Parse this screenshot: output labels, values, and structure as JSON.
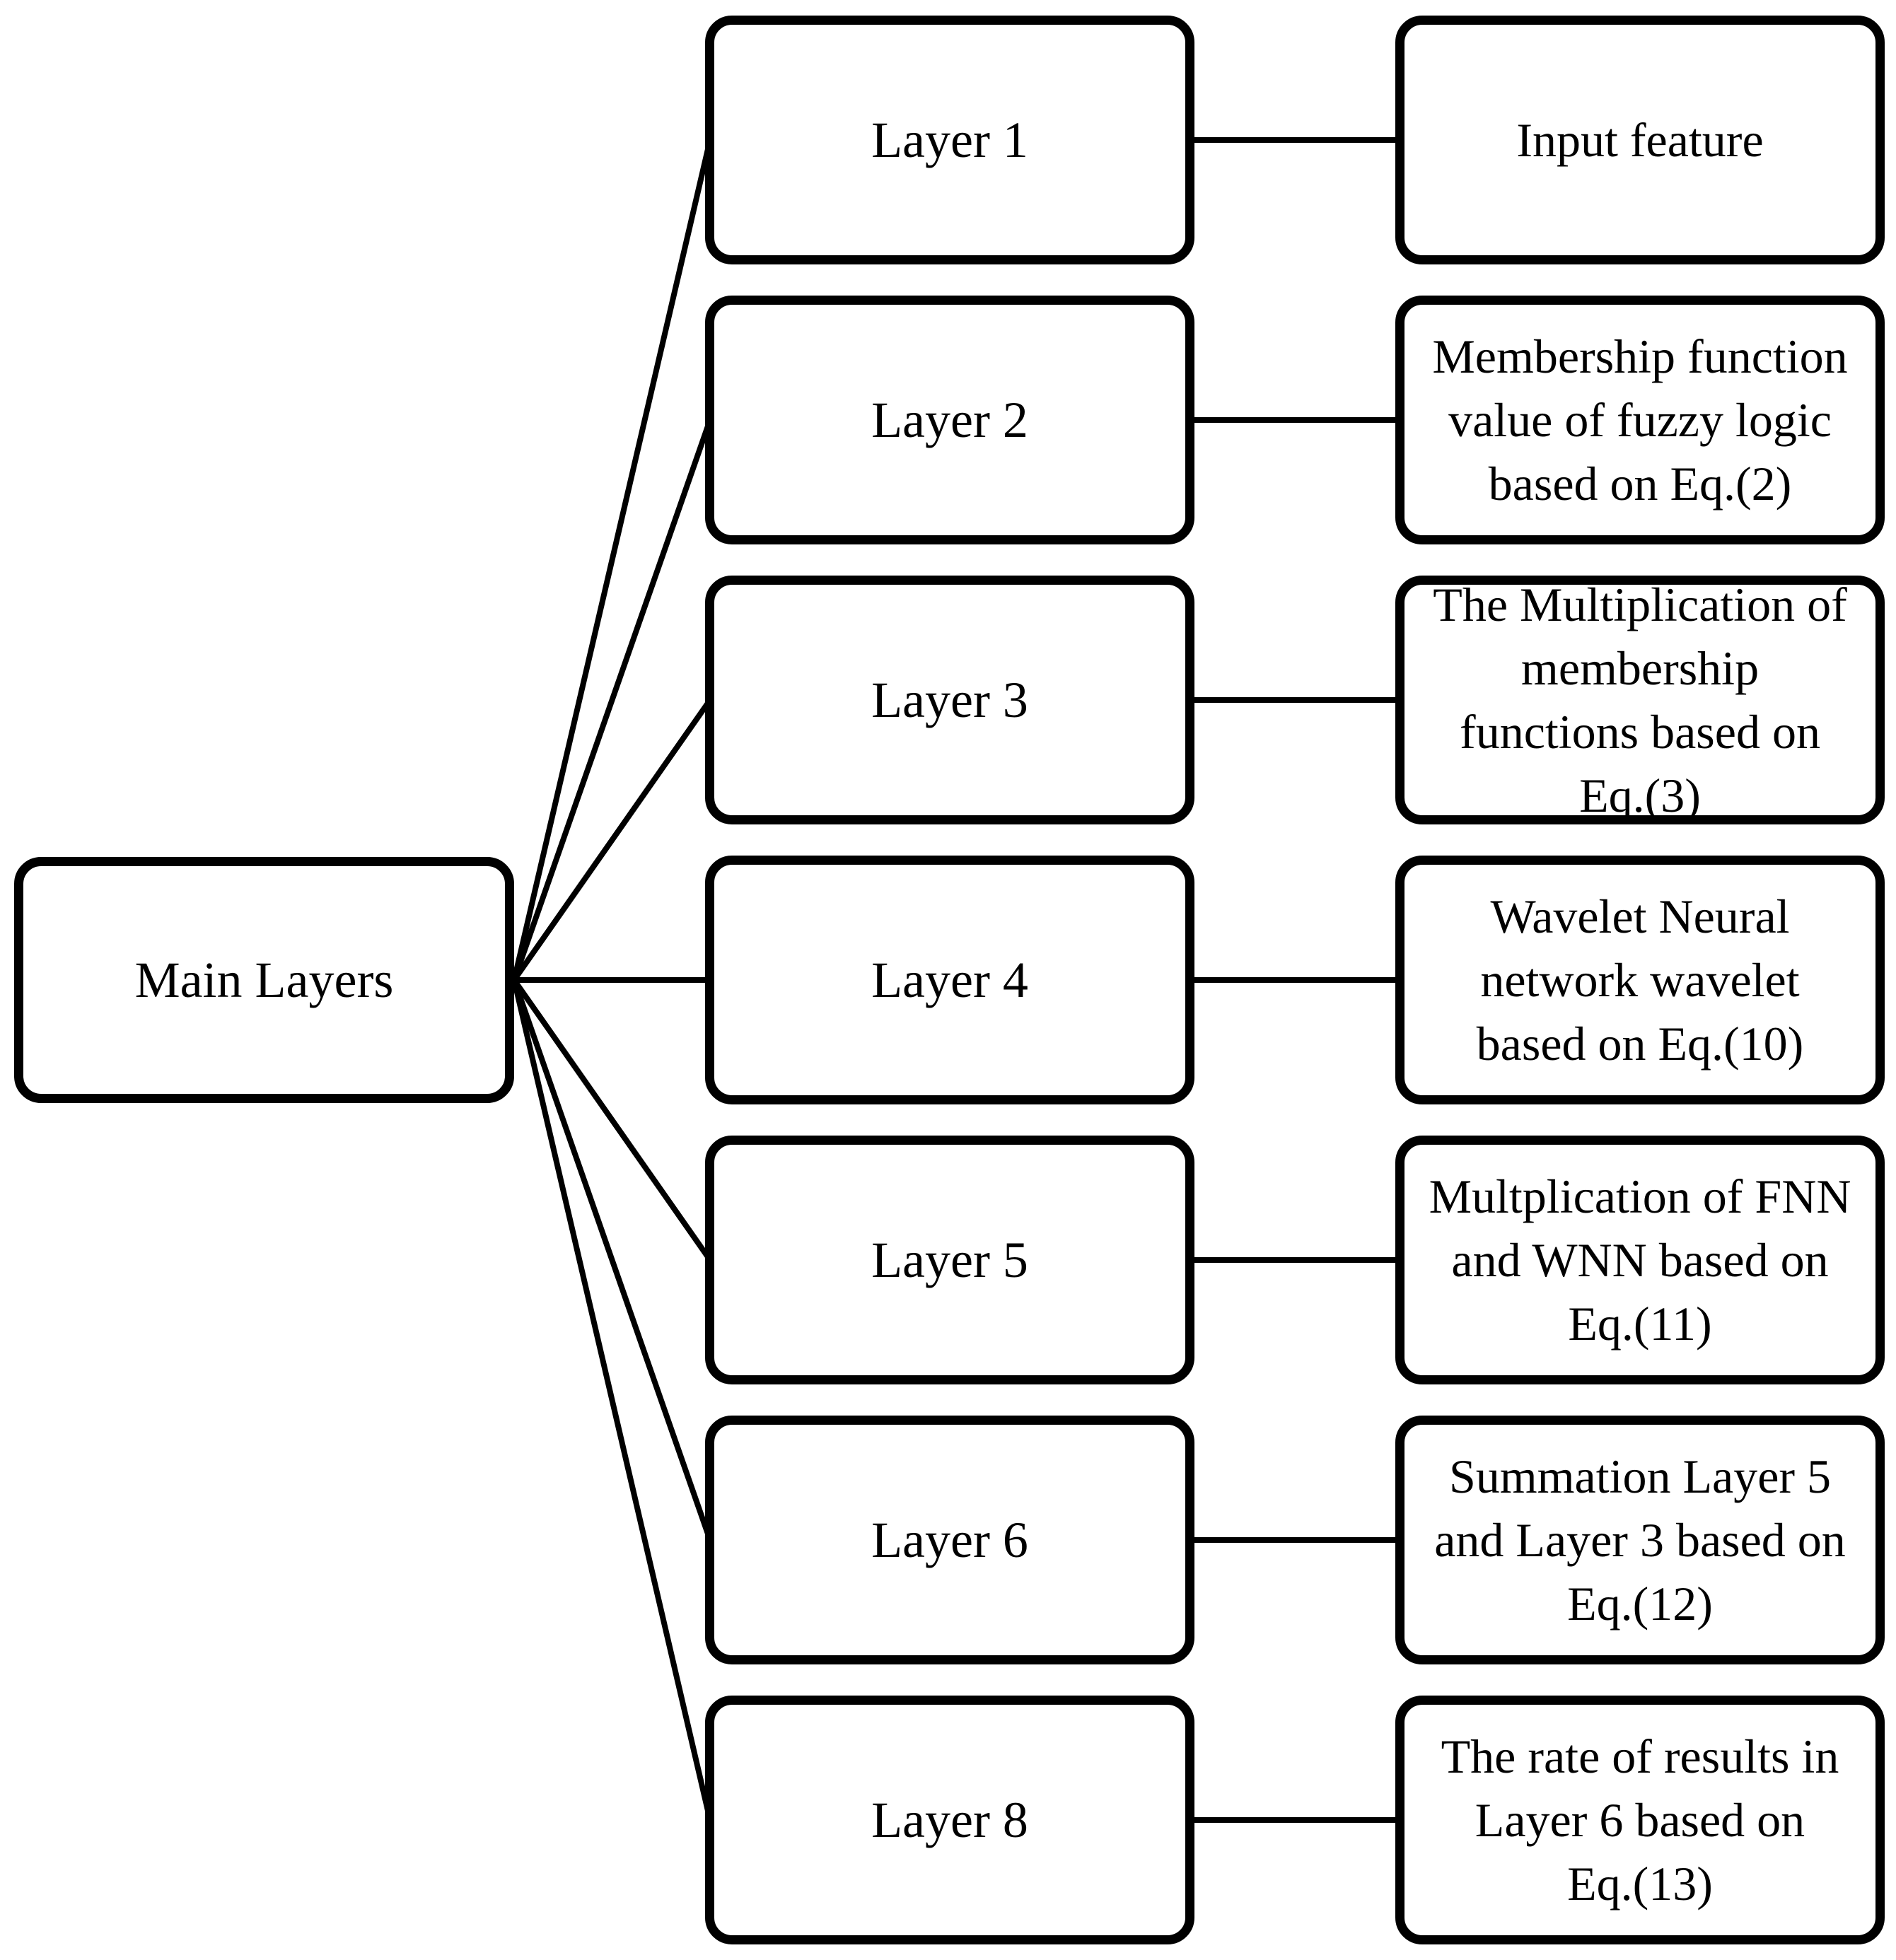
{
  "diagram": {
    "root_label": "Main Layers",
    "rows": [
      {
        "layer": "Layer 1",
        "description": "Input feature"
      },
      {
        "layer": "Layer 2",
        "description": "Membership function\nvalue of fuzzy logic\nbased on Eq.(2)"
      },
      {
        "layer": "Layer 3",
        "description": "The Multiplication of\nmembership\nfunctions based on\nEq.(3)"
      },
      {
        "layer": "Layer 4",
        "description": "Wavelet Neural\nnetwork wavelet\nbased on Eq.(10)"
      },
      {
        "layer": "Layer 5",
        "description": "Multplication of FNN\nand WNN based on\nEq.(11)"
      },
      {
        "layer": "Layer 6",
        "description": "Summation Layer 5\nand Layer 3 based on\nEq.(12)"
      },
      {
        "layer": "Layer 8",
        "description": "The rate of results in\nLayer 6 based on\nEq.(13)"
      }
    ],
    "colors": {
      "stroke": "#000000",
      "background": "#ffffff",
      "text": "#000000"
    }
  }
}
